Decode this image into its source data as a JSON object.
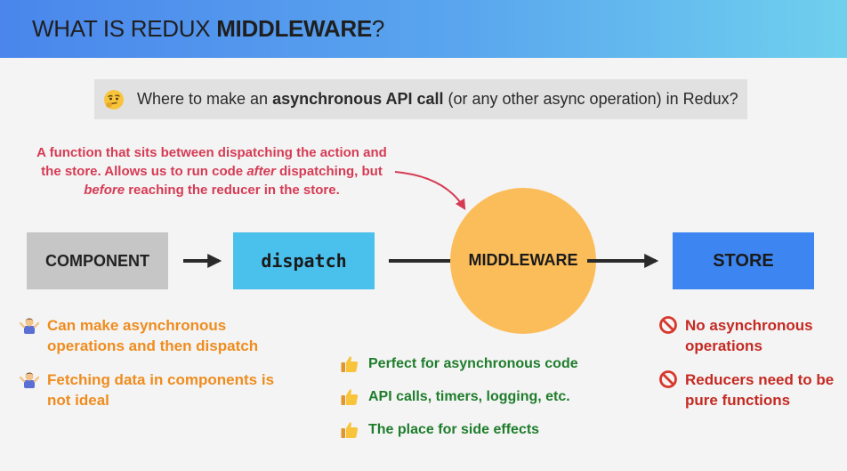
{
  "header": {
    "title_prefix": "WHAT IS REDUX ",
    "title_bold": "MIDDLEWARE",
    "title_suffix": "?"
  },
  "question": {
    "icon": "thinking-face-icon",
    "prefix": "Where to make an ",
    "bold": "asynchronous API call",
    "suffix": " (or any other async operation) in Redux?"
  },
  "definition": {
    "line1": "A function that sits between dispatching the action and",
    "line2_pre": "the store. Allows us to run code ",
    "line2_em": "after",
    "line2_post": " dispatching, but",
    "line3_em": "before",
    "line3_post": " reaching the reducer in the store."
  },
  "flow": {
    "component": "COMPONENT",
    "dispatch": "dispatch",
    "middleware": "MIDDLEWARE",
    "store": "STORE"
  },
  "component_notes": [
    {
      "icon": "shrugging-person-icon",
      "text": "Can make asynchronous operations and then dispatch"
    },
    {
      "icon": "shrugging-person-icon",
      "text": "Fetching data in components is not ideal"
    }
  ],
  "middleware_notes": [
    {
      "icon": "thumbs-up-icon",
      "text": "Perfect for asynchronous code"
    },
    {
      "icon": "thumbs-up-icon",
      "text": "API calls, timers, logging, etc."
    },
    {
      "icon": "thumbs-up-icon",
      "text": "The place for side effects"
    }
  ],
  "store_notes": [
    {
      "icon": "prohibited-icon",
      "text": "No asynchronous operations"
    },
    {
      "icon": "prohibited-icon",
      "text": "Reducers need to be pure functions"
    }
  ],
  "colors": {
    "header_start": "#4a86ec",
    "header_end": "#6fd0ee",
    "definition": "#d63b54",
    "component_box": "#c6c6c6",
    "dispatch_box": "#4ac0ec",
    "middleware_circle": "#fbbd5a",
    "store_box": "#3d86f2",
    "component_notes": "#ef8c1e",
    "middleware_notes": "#1f7d2c",
    "store_notes": "#c42a22"
  }
}
